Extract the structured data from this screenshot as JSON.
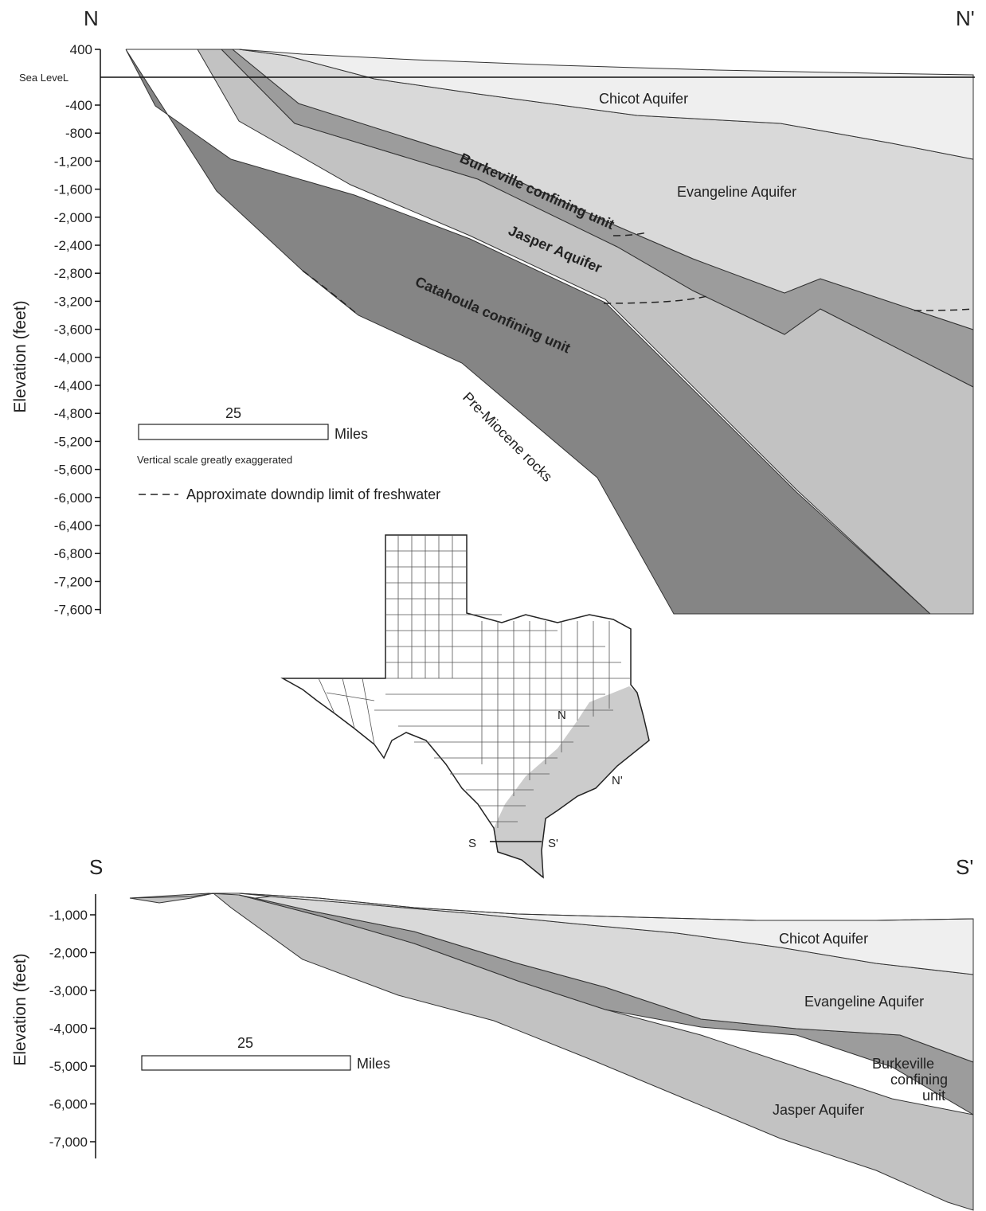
{
  "north_section": {
    "left_label": "N",
    "right_label": "N'",
    "axis_title": "Elevation (feet)",
    "sea_level_label": "Sea LeveL",
    "ticks": [
      "400",
      "-400",
      "-800",
      "-1,200",
      "-1,600",
      "-2,000",
      "-2,400",
      "-2,800",
      "-3,200",
      "-3,600",
      "-4,000",
      "-4,400",
      "-4,800",
      "-5,200",
      "-5,600",
      "-6,000",
      "-6,400",
      "-6,800",
      "-7,200",
      "-7,600"
    ],
    "units": {
      "chicot": "Chicot Aquifer",
      "evangeline": "Evangeline Aquifer",
      "burkeville": "Burkeville confining unit",
      "jasper": "Jasper Aquifer",
      "catahoula": "Catahoula confining unit",
      "pre_miocene": "Pre-Miocene rocks"
    },
    "scale_value": "25",
    "scale_unit": "Miles",
    "vertical_note": "Vertical scale greatly exaggerated",
    "legend_text": "Approximate downdip limit of freshwater"
  },
  "map": {
    "n_label": "N",
    "n_prime_label": "N'",
    "s_label": "S",
    "s_prime_label": "S'"
  },
  "south_section": {
    "left_label": "S",
    "right_label": "S'",
    "axis_title": "Elevation (feet)",
    "ticks": [
      "-1,000",
      "-2,000",
      "-3,000",
      "-4,000",
      "-5,000",
      "-6,000",
      "-7,000"
    ],
    "units": {
      "chicot": "Chicot Aquifer",
      "evangeline": "Evangeline Aquifer",
      "burkeville_1": "Burkeville",
      "burkeville_2": "confining",
      "burkeville_3": "unit",
      "jasper": "Jasper Aquifer"
    },
    "scale_value": "25",
    "scale_unit": "Miles"
  },
  "colors": {
    "chicot": "#efefef",
    "evangeline": "#d9d9d9",
    "burkeville": "#9c9c9c",
    "jasper": "#c2c2c2",
    "catahoula": "#858585",
    "gulf_coast_shading": "#cccccc"
  }
}
